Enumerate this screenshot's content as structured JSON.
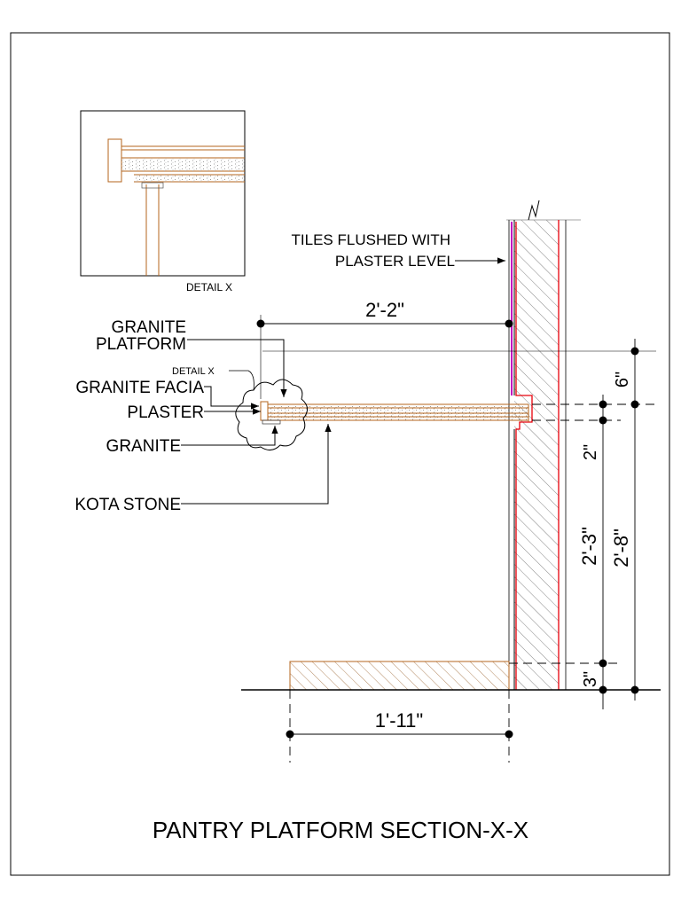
{
  "title": "PANTRY PLATFORM SECTION-X-X",
  "detail": {
    "caption": "DETAIL X",
    "callout": "DETAIL X"
  },
  "notes": {
    "tiles_line1": "TILES FLUSHED WITH",
    "tiles_line2": "PLASTER LEVEL"
  },
  "labels": {
    "granite_platform_1": "GRANITE",
    "granite_platform_2": "PLATFORM",
    "granite_facia": "GRANITE FACIA",
    "plaster": "PLASTER",
    "granite": "GRANITE",
    "kota_stone": "KOTA STONE"
  },
  "dimensions": {
    "platform_depth": "2'-2\"",
    "base_width": "1'-11\"",
    "six_in": "6\"",
    "two_in": "2\"",
    "two_three": "2'-3\"",
    "two_eight": "2'-8\"",
    "three_in": "3\""
  },
  "colors": {
    "material": "#b5651d",
    "wall_face": "#e8000b",
    "tile": "#c000c0",
    "ink": "#000000"
  }
}
